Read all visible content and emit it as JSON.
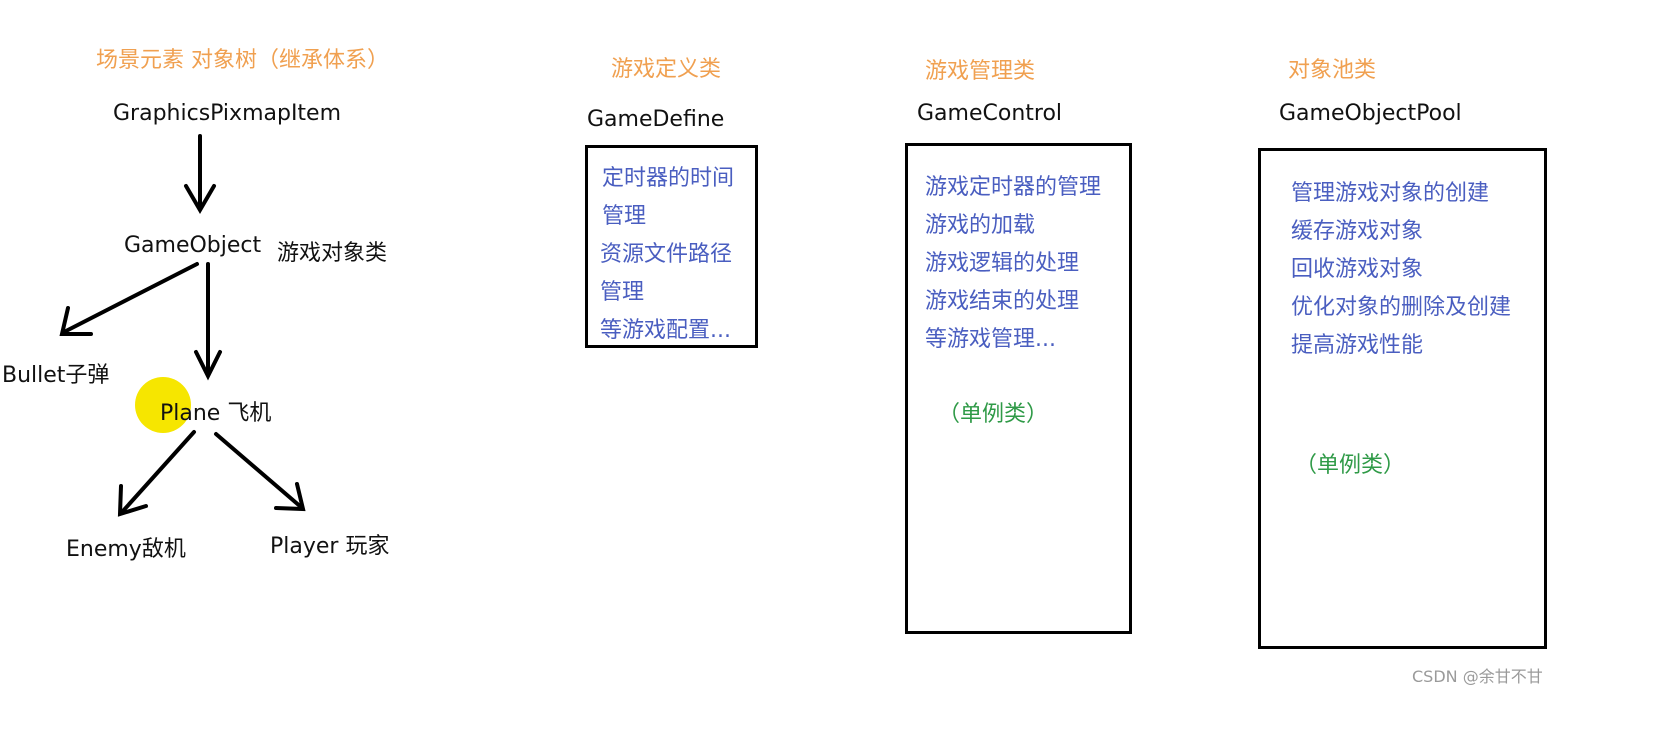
{
  "tree": {
    "heading": "场景元素 对象树（继承体系）",
    "root": "GraphicsPixmapItem",
    "game_object": "GameObject",
    "game_object_note": "游戏对象类",
    "bullet": "Bullet子弹",
    "plane": "Plane 飞机",
    "enemy": "Enemy敌机",
    "player": "Player 玩家"
  },
  "game_define": {
    "heading": "游戏定义类",
    "title": "GameDefine",
    "items": [
      "定时器的时间",
      "管理",
      "资源文件路径",
      "管理",
      "等游戏配置..."
    ]
  },
  "game_control": {
    "heading": "游戏管理类",
    "title": "GameControl",
    "items": [
      "游戏定时器的管理",
      "游戏的加载",
      "游戏逻辑的处理",
      "游戏结束的处理",
      "等游戏管理..."
    ],
    "note": "（单例类）"
  },
  "object_pool": {
    "heading": "对象池类",
    "title": "GameObjectPool",
    "items": [
      "管理游戏对象的创建",
      "缓存游戏对象",
      "回收游戏对象",
      "优化对象的删除及创建",
      "提高游戏性能"
    ],
    "note": "（单例类）"
  },
  "watermark": "CSDN @余甘不甘",
  "colors": {
    "heading": "#f0a050",
    "item": "#4a5ec0",
    "note": "#2f9a47",
    "cursor_highlight": "#f6e600"
  }
}
